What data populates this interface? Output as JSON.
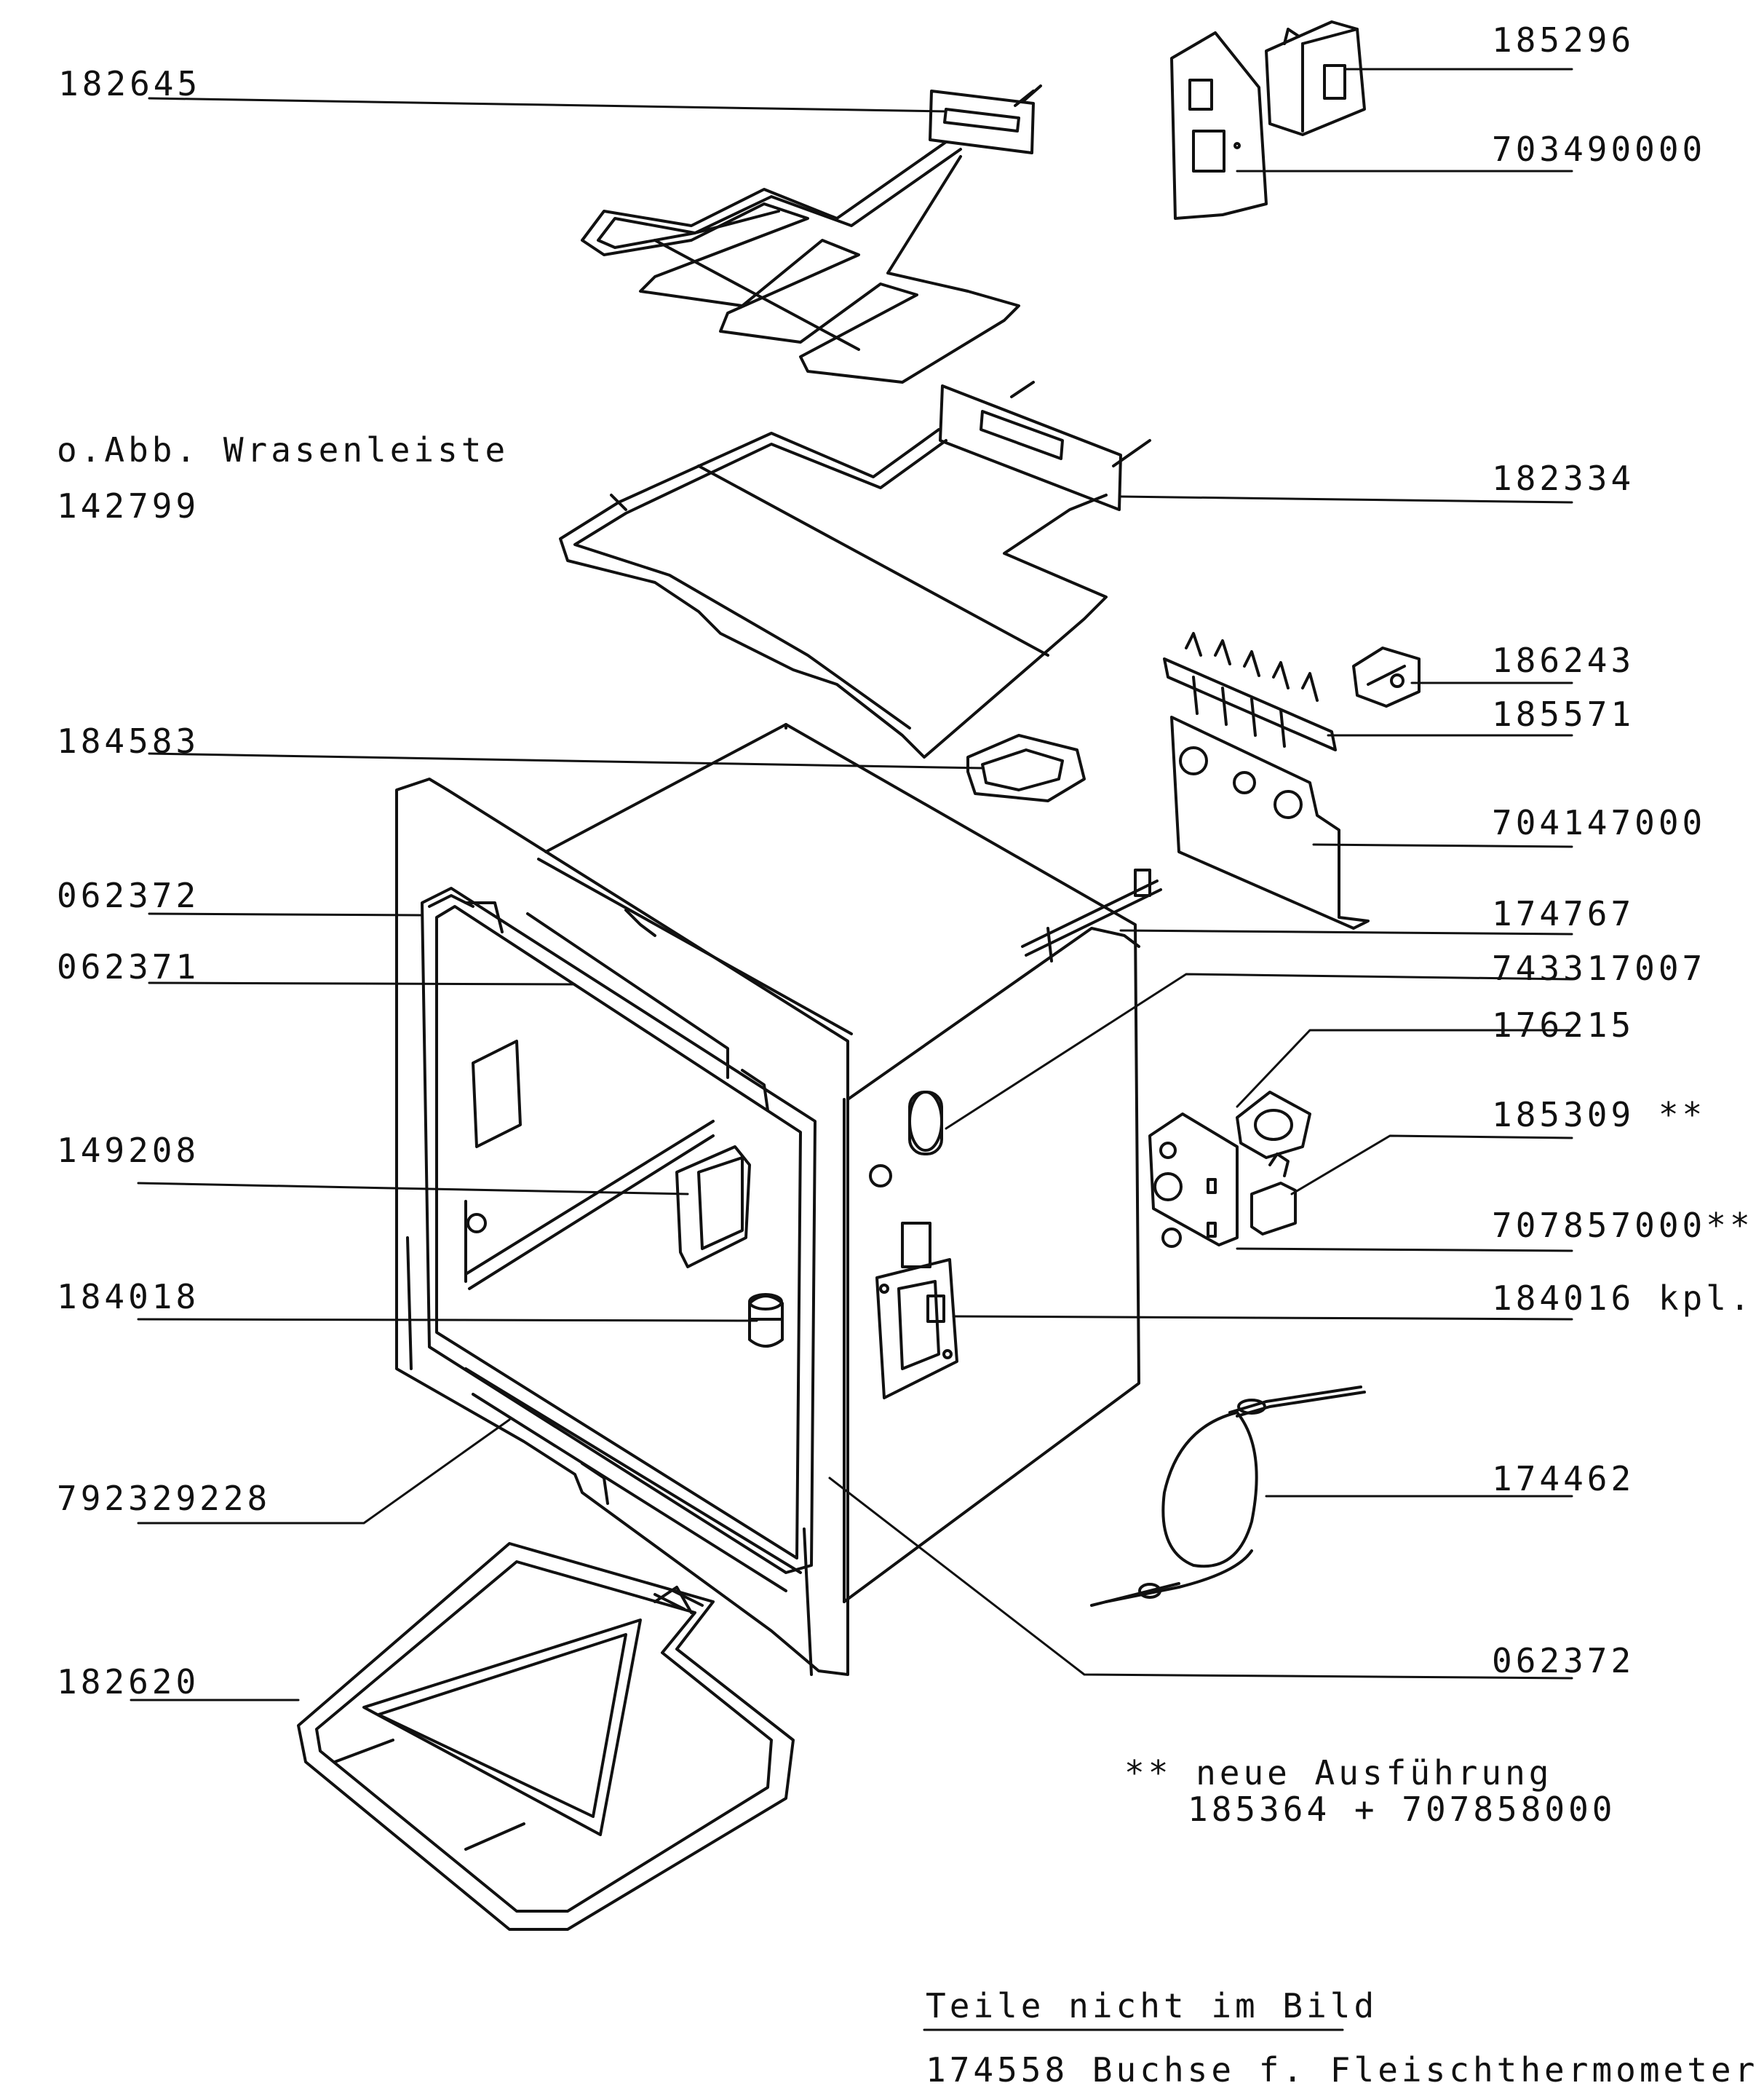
{
  "labels": {
    "l182645": "182645",
    "wrasen_line1": "o.Abb. Wrasenleiste",
    "wrasen_line2": "142799",
    "l184583": "184583",
    "l062372_top": "062372",
    "l062371": "062371",
    "l149208": "149208",
    "l184018": "184018",
    "l792329228": "792329228",
    "l182620": "182620",
    "l185296": "185296",
    "l703490000": "703490000",
    "l182334": "182334",
    "l186243": "186243",
    "l185571": "185571",
    "l704147000": "704147000",
    "l174767": "174767",
    "l743317007": "743317007",
    "l176215": "176215",
    "l185309": "185309 **",
    "l707857000": "707857000**",
    "l184016": "184016 kpl.",
    "l174462": "174462",
    "l062372_bottom": "062372"
  },
  "notes": {
    "new_version_line1": "** neue Ausführung",
    "new_version_line2": "185364 + 707858000",
    "not_shown_title": "Teile nicht im Bild",
    "not_shown_item": "174558 Buchse f. Fleischthermometer"
  }
}
